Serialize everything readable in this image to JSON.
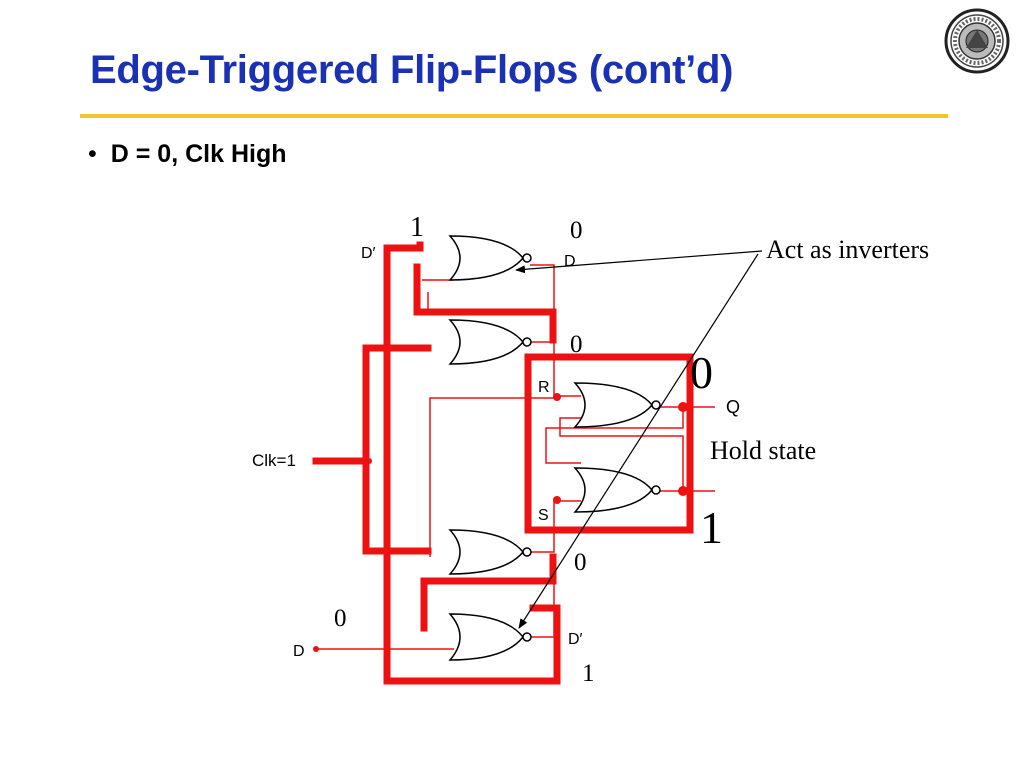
{
  "slide": {
    "title": "Edge-Triggered Flip-Flops (cont’d)",
    "bullet": "D = 0, Clk High"
  },
  "diagram": {
    "top_gate_in_label": "1",
    "top_gate_out_value": "0",
    "top_gate_dprime": "D′",
    "top_gate_d": "D",
    "second_gate_out_value": "0",
    "r_label": "R",
    "s_label": "S",
    "q_label": "Q",
    "big_zero": "0",
    "big_one": "1",
    "hold_state": "Hold state",
    "act_as_inverters": "Act as inverters",
    "clk_label": "Clk=1",
    "third_gate_out_value": "0",
    "d_input_value": "0",
    "d_input_label": "D",
    "bottom_gate_dprime": "D′",
    "bottom_gate_out_value": "1"
  },
  "colors": {
    "title": "#1a31b3",
    "rule": "#f3c630",
    "active_wire": "#ee1111",
    "gate": "#000000"
  }
}
